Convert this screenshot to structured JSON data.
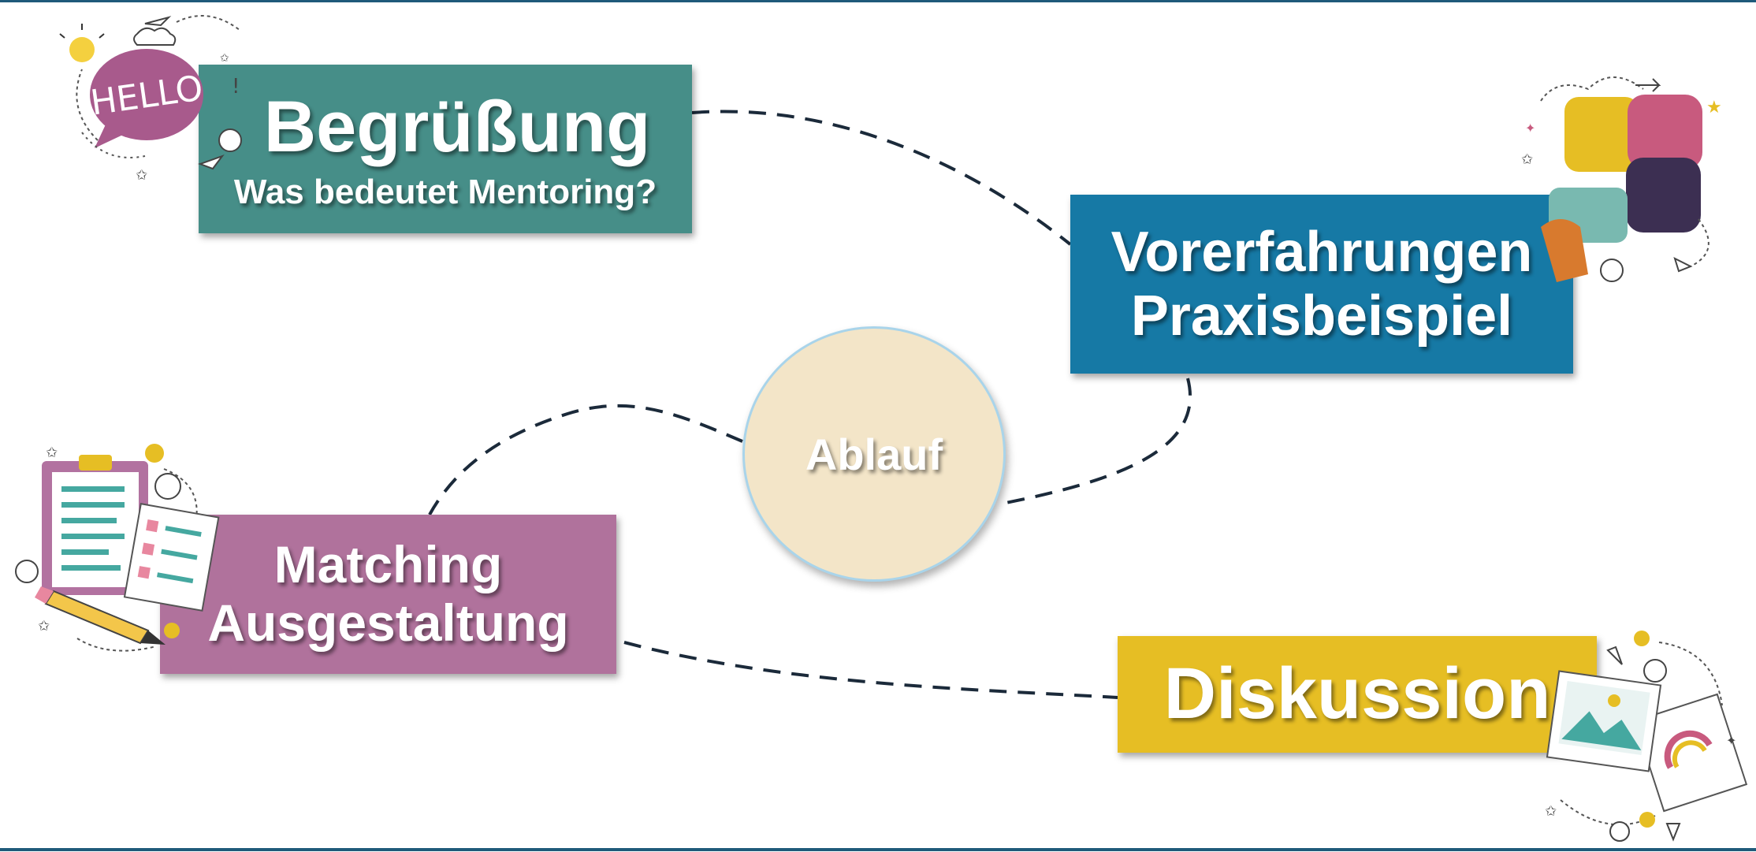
{
  "center": {
    "label": "Ablauf"
  },
  "boxes": {
    "begruessung": {
      "title": "Begrüßung",
      "subtitle": "Was bedeutet Mentoring?"
    },
    "vorerfahrungen": {
      "line1": "Vorerfahrungen",
      "line2": "Praxisbeispiel"
    },
    "matching": {
      "line1": "Matching",
      "line2": "Ausgestaltung"
    },
    "diskussion": {
      "title": "Diskussion"
    }
  },
  "sticker": {
    "hello": "HELLO"
  },
  "colors": {
    "teal": "#468e88",
    "blue": "#1679a5",
    "mauve": "#b0729c",
    "gold": "#e6be24",
    "cream": "#f3e5c8",
    "line": "#1b2a3a"
  },
  "icons": [
    "hello-speech-bubble-icon",
    "puzzle-pieces-icon",
    "clipboard-checklist-icon",
    "photos-icon"
  ]
}
